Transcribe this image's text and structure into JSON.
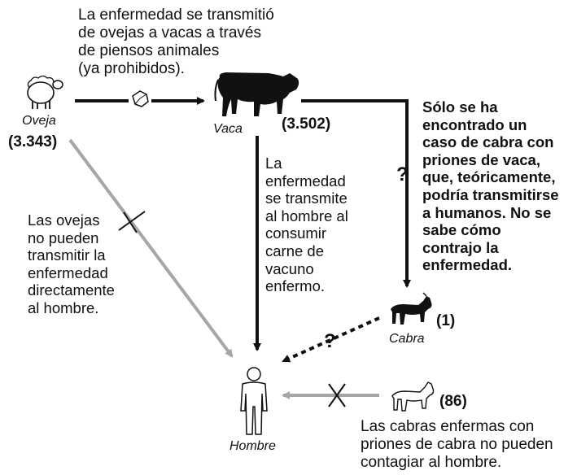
{
  "notes": {
    "sheep_to_cow": [
      "La enfermedad se transmitió",
      "de ovejas a vacas a través",
      "de piensos animales",
      "(ya prohibidos)."
    ],
    "cow_to_human": [
      "La",
      "enfermedad",
      "se transmite",
      "al hombre al",
      "consumir",
      "carne de",
      "vacuno",
      "enfermo."
    ],
    "sheep_to_human": [
      "Las ovejas",
      "no pueden",
      "transmitir la",
      "enfermedad",
      "directamente",
      "al hombre."
    ],
    "goat_case": [
      "Sólo se ha",
      "encontrado un",
      "caso de cabra con",
      "priones de vaca,",
      "que, teóricamente,",
      "podría transmitirse",
      "a humanos. No se",
      "sabe cómo",
      "contrajo la",
      "enfermedad."
    ],
    "goat_prions": [
      "Las cabras enfermas con",
      "priones de cabra no pueden",
      "contagiar al hombre."
    ]
  },
  "nodes": {
    "sheep": {
      "label": "Oveja",
      "count": "(3.343)"
    },
    "cow": {
      "label": "Vaca",
      "count": "(3.502)"
    },
    "goat": {
      "label": "Cabra",
      "count": "(1)"
    },
    "goat2": {
      "count": "(86)"
    },
    "human": {
      "label": "Hombre"
    }
  },
  "marks": {
    "question": "?"
  },
  "colors": {
    "black": "#111111",
    "gray": "#a6a6a6",
    "ink": "#111111"
  }
}
